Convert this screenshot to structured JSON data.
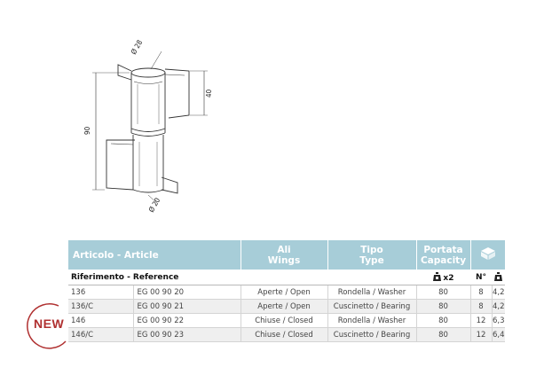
{
  "drawing": {
    "dim_diameter_top": "Ø 28",
    "dim_diameter_bottom": "Ø 20",
    "dim_total_height": "90",
    "dim_wing_height": "40"
  },
  "table": {
    "header": {
      "article": "Articolo - Article",
      "wings_it": "Ali",
      "wings_en": "Wings",
      "type_it": "Tipo",
      "type_en": "Type",
      "capacity_it": "Portata",
      "capacity_en": "Capacity",
      "package_icon": "box-icon"
    },
    "subheader": {
      "reference": "Riferimento - Reference",
      "weight_icon": "weight-icon",
      "multiplier": "x2",
      "count_label": "N°",
      "weight_icon_2": "weight-icon"
    },
    "rows": [
      {
        "article": "136",
        "reference": "EG 00 90 20",
        "wings": "Aperte / Open",
        "type": "Rondella / Washer",
        "capacity": "80",
        "count": "8",
        "weight": "4,2"
      },
      {
        "article": "136/C",
        "reference": "EG 00 90 21",
        "wings": "Aperte / Open",
        "type": "Cuscinetto / Bearing",
        "capacity": "80",
        "count": "8",
        "weight": "4,2"
      },
      {
        "article": "146",
        "reference": "EG 00 90 22",
        "wings": "Chiuse / Closed",
        "type": "Rondella / Washer",
        "capacity": "80",
        "count": "12",
        "weight": "6,3"
      },
      {
        "article": "146/C",
        "reference": "EG 00 90 23",
        "wings": "Chiuse / Closed",
        "type": "Cuscinetto / Bearing",
        "capacity": "80",
        "count": "12",
        "weight": "6,4"
      }
    ]
  },
  "badge": {
    "label": "NEW",
    "color": "#b03030"
  },
  "colors": {
    "header_bg": "#a7cdd8",
    "row_alt_bg": "#efefef"
  }
}
